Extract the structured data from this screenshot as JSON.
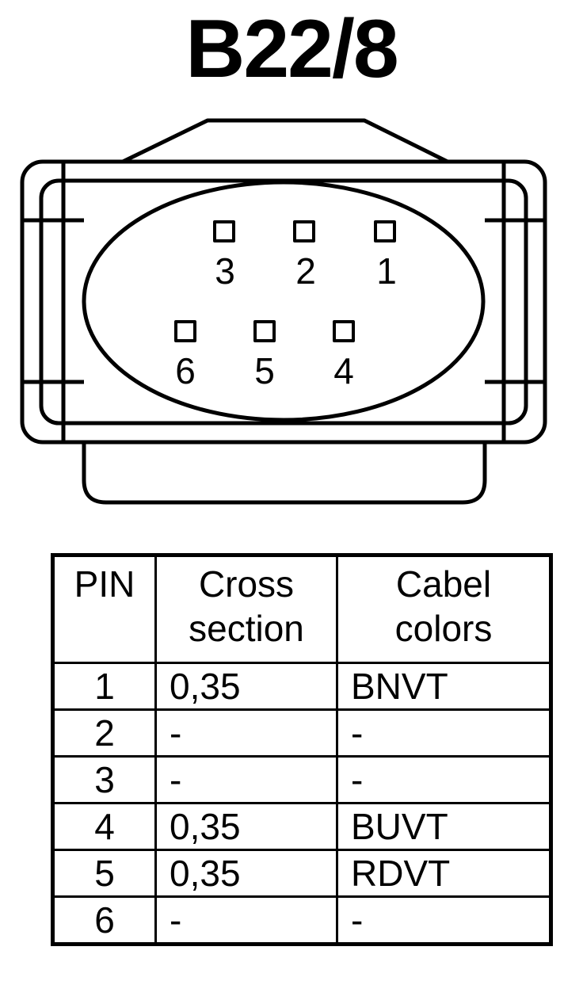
{
  "title": "B22/8",
  "connector": {
    "pins": [
      {
        "label": "3"
      },
      {
        "label": "2"
      },
      {
        "label": "1"
      },
      {
        "label": "6"
      },
      {
        "label": "5"
      },
      {
        "label": "4"
      }
    ]
  },
  "table": {
    "headers": {
      "pin": "PIN",
      "cross_section": [
        "Cross",
        "section"
      ],
      "cable_colors": [
        "Cabel",
        "colors"
      ]
    },
    "rows": [
      {
        "pin": "1",
        "cross_section": "0,35",
        "color": "BNVT"
      },
      {
        "pin": "2",
        "cross_section": "-",
        "color": "-"
      },
      {
        "pin": "3",
        "cross_section": "-",
        "color": "-"
      },
      {
        "pin": "4",
        "cross_section": "0,35",
        "color": "BUVT"
      },
      {
        "pin": "5",
        "cross_section": "0,35",
        "color": "RDVT"
      },
      {
        "pin": "6",
        "cross_section": "-",
        "color": "-"
      }
    ]
  }
}
